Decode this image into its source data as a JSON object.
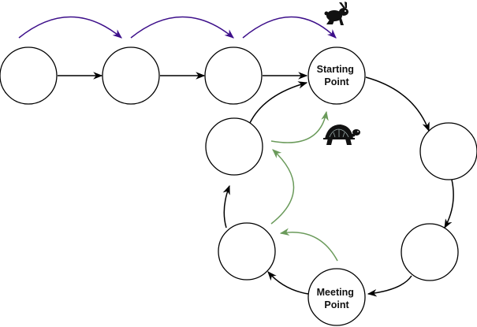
{
  "diagram": {
    "type": "linked-list-cycle (Floyd's tortoise and hare)",
    "nodes": [
      {
        "id": "n1",
        "label": ""
      },
      {
        "id": "n2",
        "label": ""
      },
      {
        "id": "n3",
        "label": ""
      },
      {
        "id": "start",
        "label_lines": [
          "Starting",
          "Point"
        ]
      },
      {
        "id": "c1",
        "label": ""
      },
      {
        "id": "c2",
        "label": ""
      },
      {
        "id": "meet",
        "label_lines": [
          "Meeting",
          "Point"
        ]
      },
      {
        "id": "c4",
        "label": ""
      },
      {
        "id": "c5",
        "label": ""
      }
    ],
    "edges": [
      [
        "n1",
        "n2"
      ],
      [
        "n2",
        "n3"
      ],
      [
        "n3",
        "start"
      ],
      [
        "start",
        "c1"
      ],
      [
        "c1",
        "c2"
      ],
      [
        "c2",
        "meet"
      ],
      [
        "meet",
        "c4"
      ],
      [
        "c4",
        "c5"
      ],
      [
        "c5",
        "start"
      ]
    ],
    "hare_jumps": [
      [
        "n1",
        "n2"
      ],
      [
        "n2",
        "n3"
      ],
      [
        "n3",
        "start"
      ]
    ],
    "tortoise_steps": [
      [
        "meet",
        "c4"
      ],
      [
        "c4",
        "c5"
      ],
      [
        "c5",
        "start"
      ]
    ],
    "icons": {
      "hare": "rabbit-icon",
      "tortoise": "turtle-icon"
    },
    "colors": {
      "edge": "#000000",
      "hare_arrow": "#3d0f8a",
      "tortoise_arrow": "#6a9a5a",
      "node_fill": "#ffffff",
      "node_stroke": "#000000"
    }
  }
}
